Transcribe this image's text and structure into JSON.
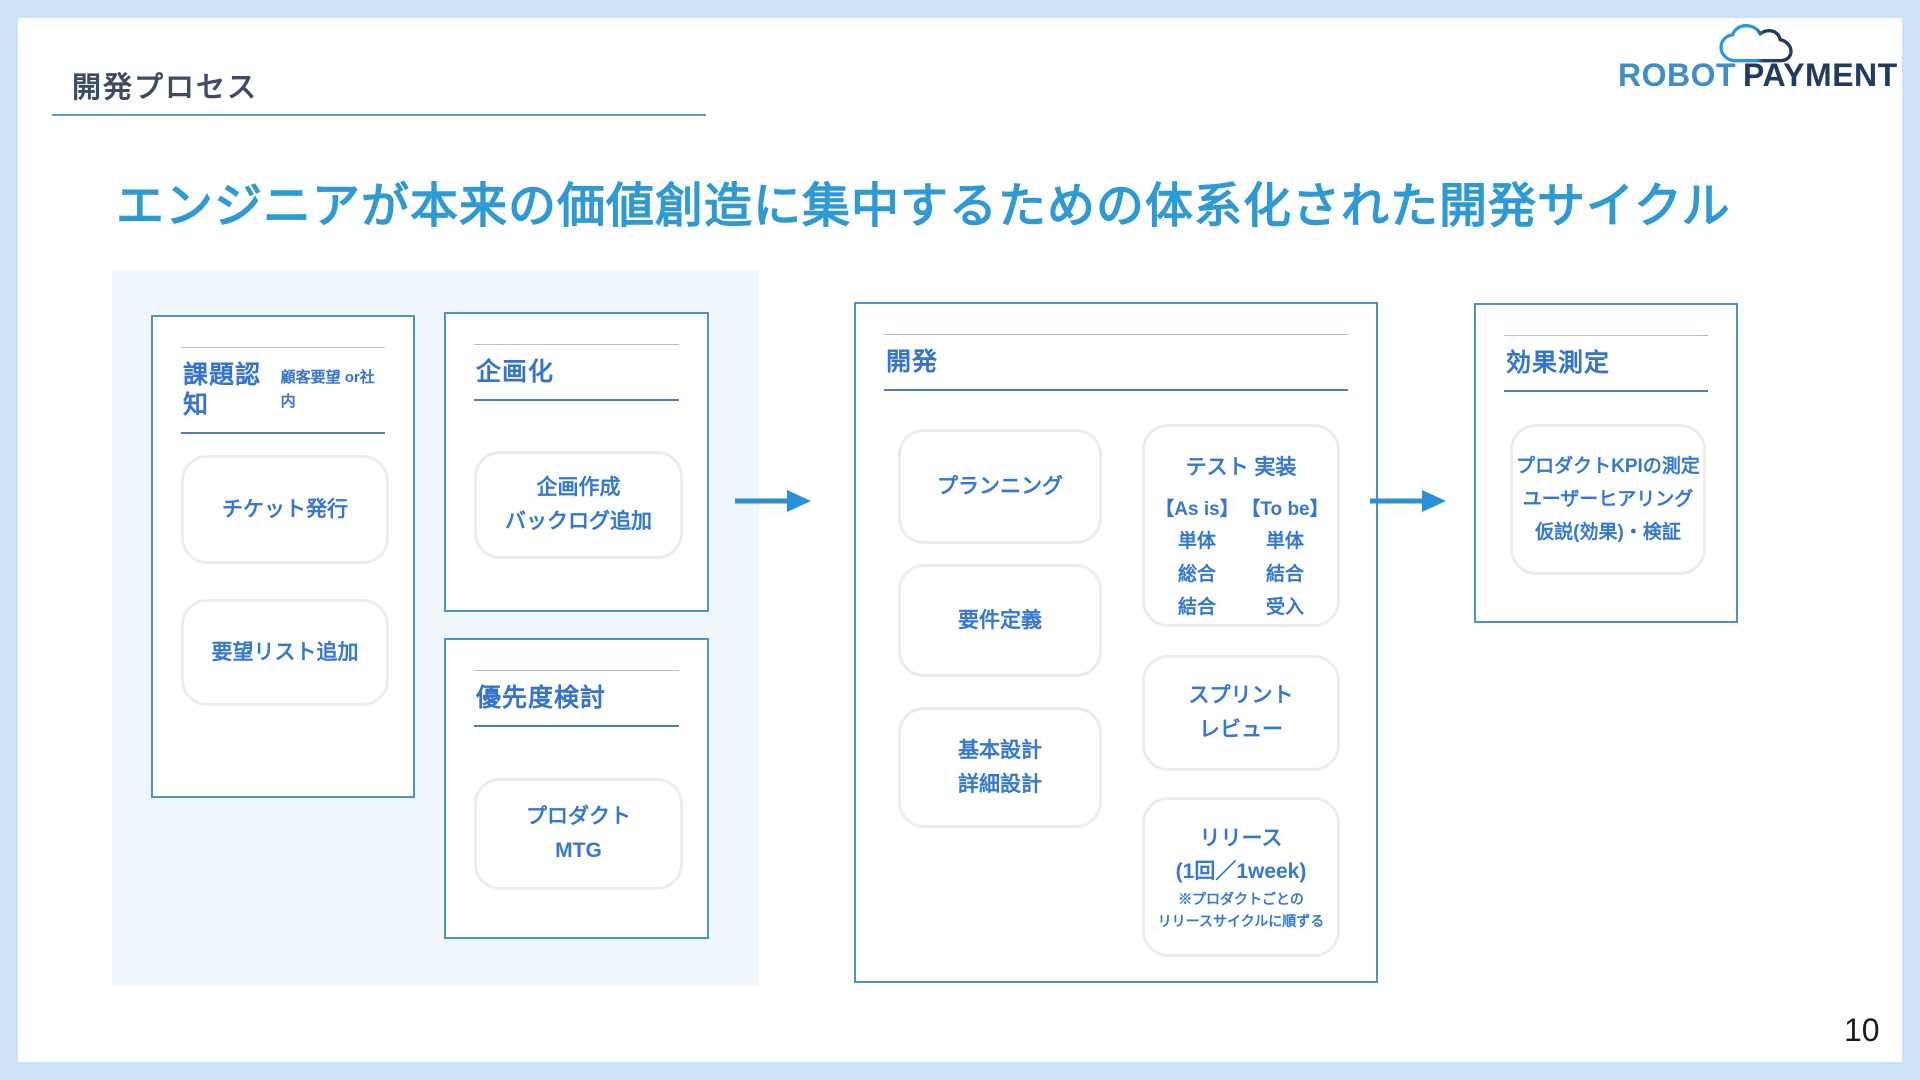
{
  "slide": {
    "title": "開発プロセス",
    "heading": "エンジニアが本来の価値創造に集中するための体系化された開発サイクル",
    "page_number": "10"
  },
  "logo": {
    "robot": "ROBOT",
    "payment": "PAYMENT",
    "cloud_icon": "cloud-icon"
  },
  "colors": {
    "frame": "#c9e2f5",
    "panel_bg": "#f0f7fc",
    "stage_border": "#4a94c8",
    "header_underline": "#4d7fae",
    "text_blue": "#3578d3",
    "heading_blue": "#2e9ad5",
    "title_navy": "#3e4c63",
    "arrow_blue": "#2b8fd8",
    "logo_robot_blue": "#3e8fc9",
    "logo_payment_navy": "#203a60",
    "card_border_gray": "#ececec"
  },
  "diagram": {
    "issue_box": {
      "title": "課題認知",
      "note_line1": "顧客要望",
      "note_line2": "or社内",
      "card_ticket": "チケット発行",
      "card_request": "要望リスト追加"
    },
    "planning_box": {
      "title": "企画化",
      "card_line1": "企画作成",
      "card_line2": "バックログ追加"
    },
    "priority_box": {
      "title": "優先度検討",
      "card_line1": "プロダクト",
      "card_line2": "MTG"
    },
    "dev_box": {
      "title": "開発",
      "card_planning": "プランニング",
      "card_requirements": "要件定義",
      "card_design_line1": "基本設計",
      "card_design_line2": "詳細設計",
      "test_card": {
        "header": "テスト 実装",
        "col_headers": [
          "【As is】",
          "【To be】"
        ],
        "rows": [
          [
            "単体",
            "単体"
          ],
          [
            "総合",
            "結合"
          ],
          [
            "結合",
            "受入"
          ]
        ]
      },
      "card_sprint_line1": "スプリント",
      "card_sprint_line2": "レビュー",
      "release_card": {
        "line1": "リリース",
        "line2": "(1回／1week)",
        "note1": "※プロダクトごとの",
        "note2": "リリースサイクルに順ずる"
      }
    },
    "measure_box": {
      "title": "効果測定",
      "card_line1": "プロダクトKPIの測定",
      "card_line2": "ユーザーヒアリング",
      "card_line3": "仮説(効果)・検証"
    }
  }
}
